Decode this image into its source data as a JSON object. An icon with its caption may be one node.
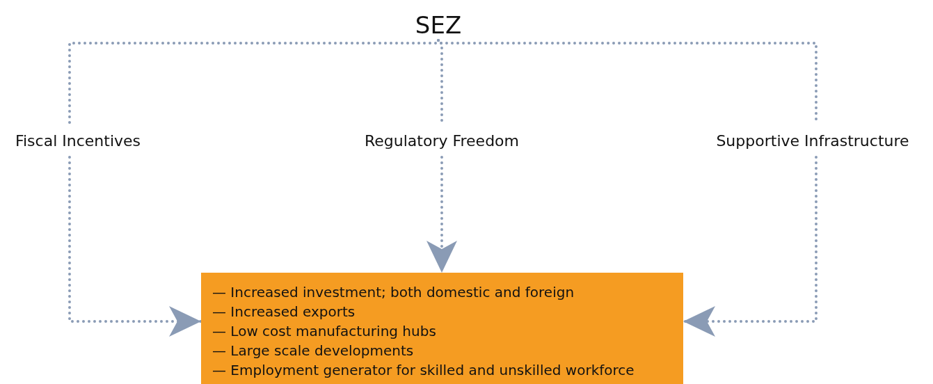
{
  "diagram": {
    "nodes": [
      {
        "text": [
          "SEZ"
        ]
      },
      {
        "text": [
          "Fiscal Incentives"
        ]
      },
      {
        "text": [
          "Regulatory Freedom"
        ]
      },
      {
        "text": [
          "Supportive Infrastructure"
        ]
      },
      {
        "text": [
          "— Increased investment; both domestic and foreign",
          "— Increased exports",
          "— Low cost manufacturing hubs",
          "— Large scale developments",
          "— Employment generator for skilled and unskilled workforce"
        ]
      }
    ],
    "edges": [
      {
        "from": 0,
        "to": 1,
        "arrow": "none"
      },
      {
        "from": 0,
        "to": 2,
        "arrow": "none"
      },
      {
        "from": 0,
        "to": 3,
        "arrow": "none"
      },
      {
        "from": 1,
        "to": 4,
        "arrow": "to"
      },
      {
        "from": 2,
        "to": 4,
        "arrow": "to"
      },
      {
        "from": 3,
        "to": 4,
        "arrow": "to"
      }
    ]
  }
}
